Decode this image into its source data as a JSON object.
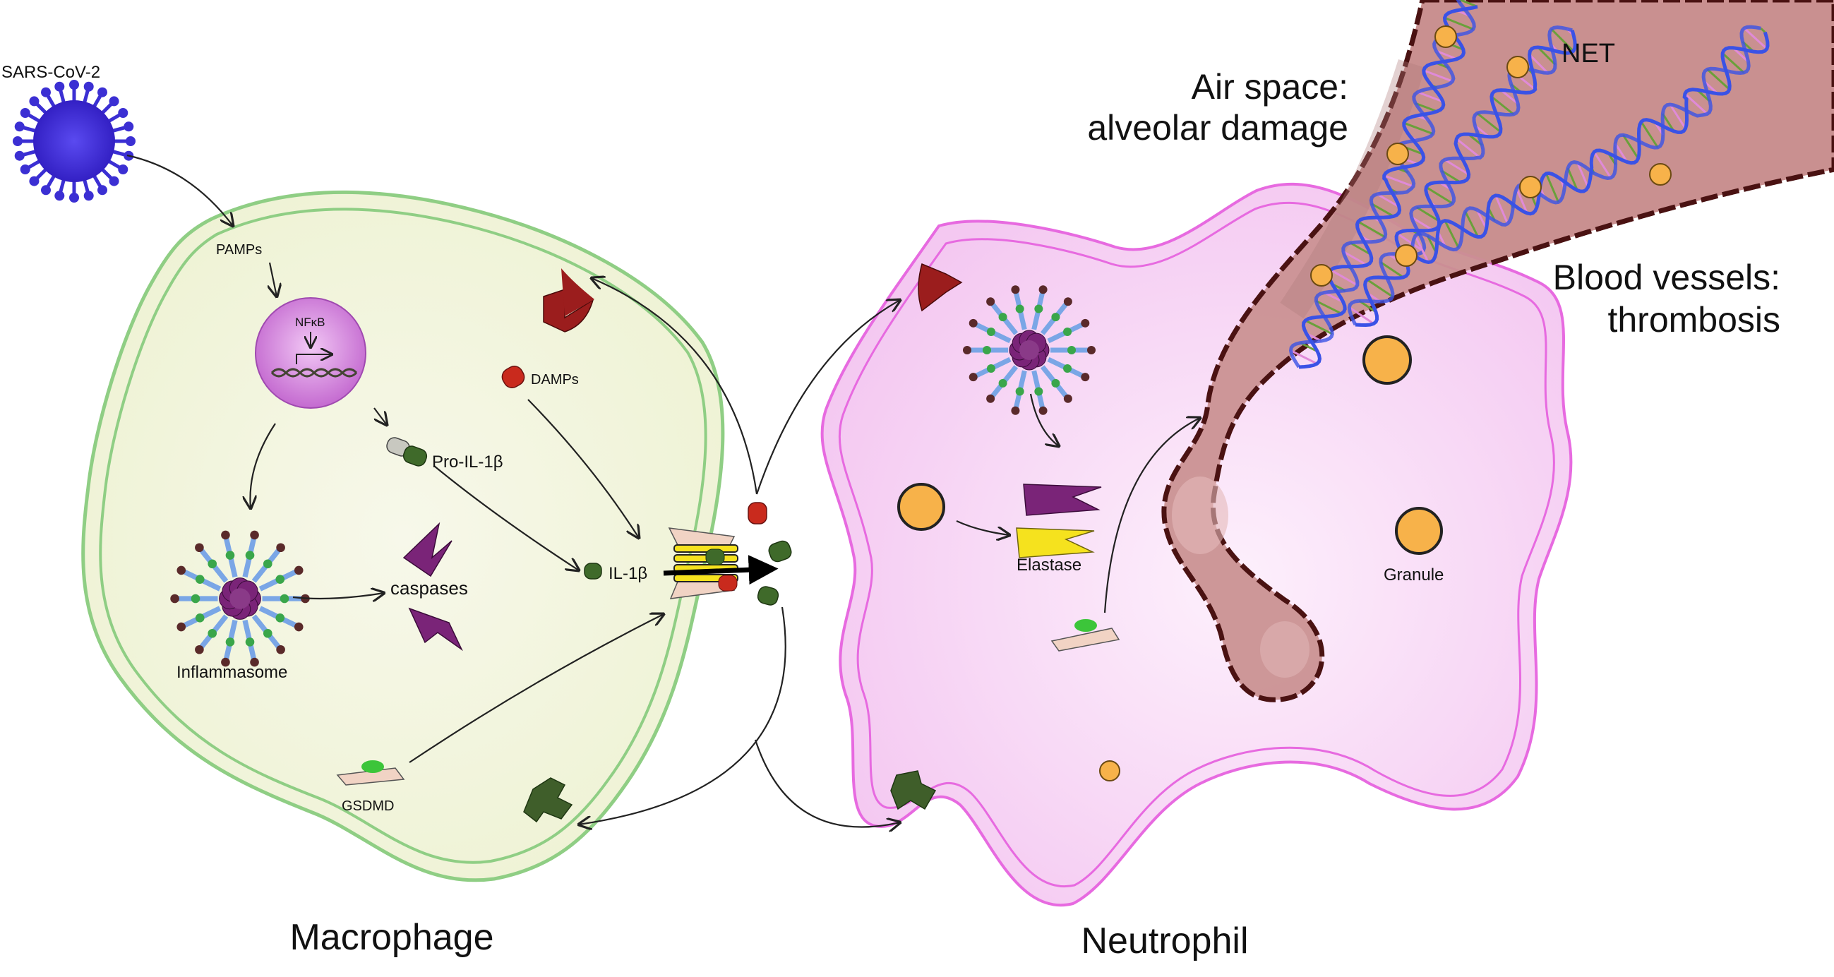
{
  "labels": {
    "virus": "SARS-CoV-2",
    "pamps": "PAMPs",
    "nfkb": "NFκB",
    "pro_il1b": "Pro-IL-1β",
    "il1b": "IL-1β",
    "damps": "DAMPs",
    "caspases": "caspases",
    "inflammasome": "Inflammasome",
    "gsdmd": "GSDMD",
    "elastase": "Elastase",
    "granule": "Granule",
    "net": "NET",
    "air_space_line1": "Air space:",
    "air_space_line2": "alveolar damage",
    "blood_line1": "Blood vessels:",
    "blood_line2": "thrombosis",
    "macrophage": "Macrophage",
    "neutrophil": "Neutrophil"
  },
  "colors": {
    "macrophage_fill": "#f3f5df",
    "macrophage_membrane": "#8fce84",
    "neutrophil_fill": "#f8d9f6",
    "neutrophil_membrane": "#e76ae0",
    "nucleus": "#d98ce3",
    "vessel": "#c99090",
    "vessel_border": "#4a1212",
    "virus": "#3b2fd3",
    "dna_strand": "#3a52e6",
    "dna_rungs": "#6aa03a",
    "granule": "#f7b24a",
    "caspase": "#7a2478",
    "elastase_yellow": "#f5e21e",
    "receptor_red": "#9b1d1d",
    "receptor_green": "#3f5e2a",
    "il1b": "#3f6a2a",
    "damp": "#c92a1d"
  }
}
